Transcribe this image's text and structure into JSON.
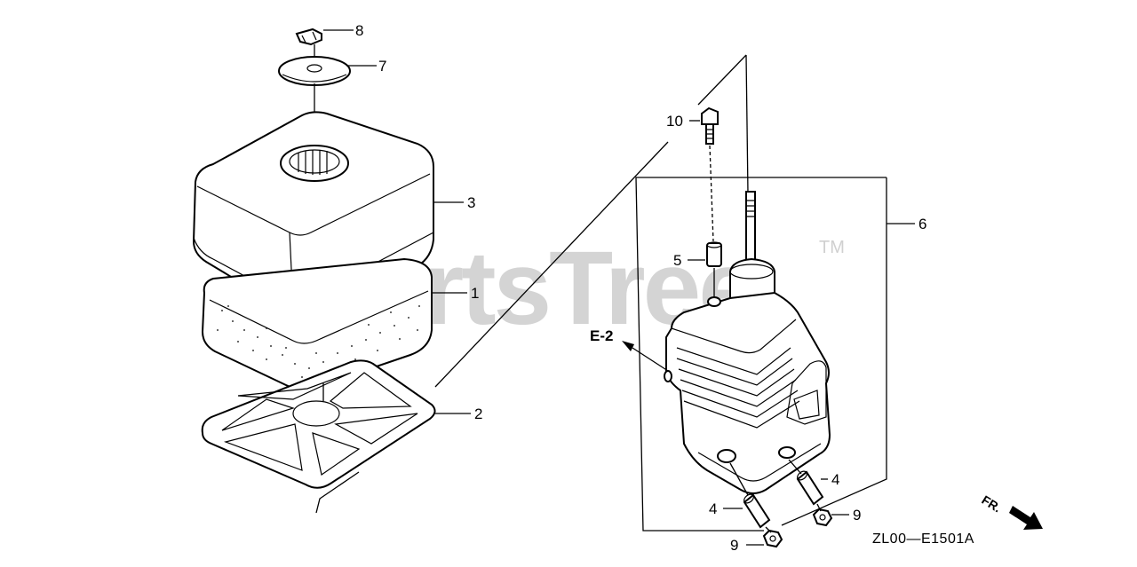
{
  "watermark": {
    "text": "PartsTree",
    "trademark": "TM"
  },
  "callouts": {
    "c1": "1",
    "c2": "2",
    "c3": "3",
    "c4a": "4",
    "c4b": "4",
    "c5": "5",
    "c6": "6",
    "c7": "7",
    "c8": "8",
    "c9a": "9",
    "c9b": "9",
    "c10": "10"
  },
  "reference": "E-2",
  "direction_label": "FR.",
  "diagram_code": "ZL00—E1501A"
}
